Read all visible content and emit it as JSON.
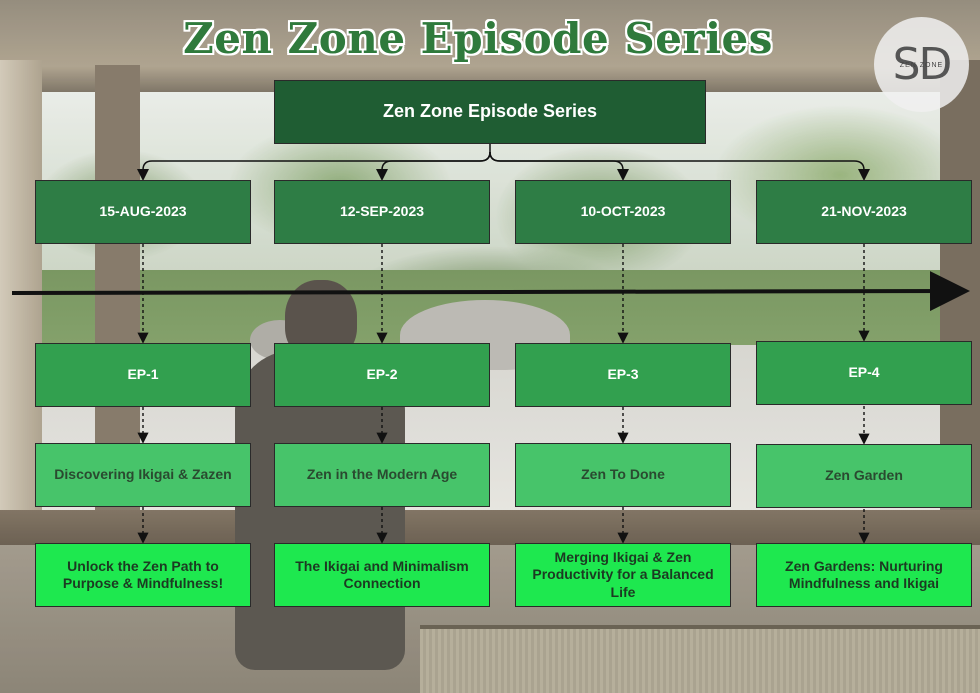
{
  "title": "Zen Zone Episode Series",
  "logo": {
    "mark": "SD",
    "text": "ZEN ZONE"
  },
  "root": {
    "label": "Zen Zone Episode Series"
  },
  "episodes": [
    {
      "date": "15-AUG-2023",
      "ep": "EP-1",
      "topic": "Discovering Ikigai & Zazen",
      "description": "Unlock the Zen Path to Purpose & Mindfulness!"
    },
    {
      "date": "12-SEP-2023",
      "ep": "EP-2",
      "topic": "Zen in the Modern Age",
      "description": "The Ikigai and Minimalism Connection"
    },
    {
      "date": "10-OCT-2023",
      "ep": "EP-3",
      "topic": "Zen To Done",
      "description": "Merging Ikigai & Zen Productivity for a Balanced Life"
    },
    {
      "date": "21-NOV-2023",
      "ep": "EP-4",
      "topic": "Zen Garden",
      "description": "Zen Gardens: Nurturing Mindfulness and Ikigai"
    }
  ],
  "colors": {
    "title": "#2f7a3c",
    "root": "#1f5d33",
    "date": "#2e7d45",
    "episode": "#32a04f",
    "topic": "#47c46a",
    "description": "#1ee84f"
  }
}
